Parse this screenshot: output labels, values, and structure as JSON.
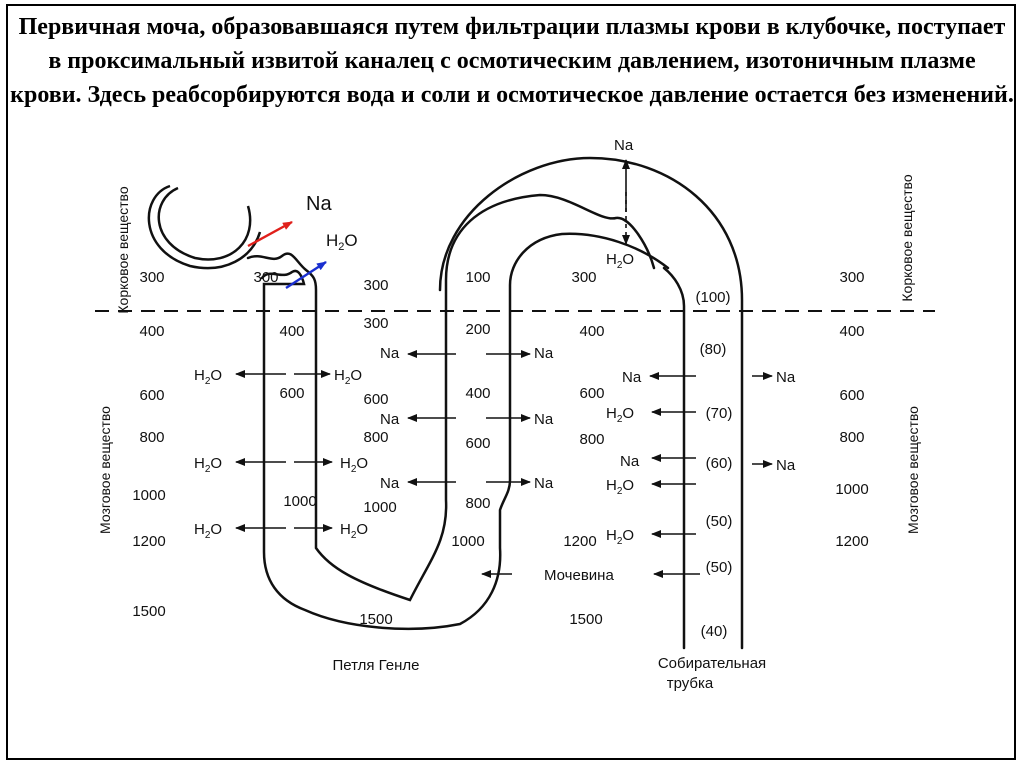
{
  "heading": "Первичная моча, образовавшаяся путем фильтрации плазмы крови в клубочке, поступает в проксимальный извитой каналец с осмотическим давлением, изотоничным плазме крови. Здесь реабсорбируются вода и соли и осмотическое давление остается без изменений.",
  "zones": {
    "cortex": "Корковое вещество",
    "medulla": "Мозговое вещество"
  },
  "structures": {
    "loop": "Петля Генле",
    "duct_line1": "Собирательная",
    "duct_line2": "трубка"
  },
  "substances": {
    "na": "Na",
    "h2o_base": "H",
    "h2o_sub": "2",
    "h2o_tail": "O",
    "urea": "Мочевина"
  },
  "values": {
    "left_scale": [
      "300",
      "400",
      "600",
      "800",
      "1000",
      "1200",
      "1500"
    ],
    "right_scale": [
      "300",
      "400",
      "600",
      "800",
      "1000",
      "1200"
    ],
    "proximal": [
      "300",
      "400",
      "600",
      "1000"
    ],
    "descending_out": [
      "300",
      "300",
      "600",
      "800",
      "1000"
    ],
    "ascending": [
      "100",
      "200",
      "400",
      "600",
      "800",
      "1000"
    ],
    "interstitium": [
      "300",
      "400",
      "600",
      "800",
      "1200"
    ],
    "bottom": [
      "1500",
      "1500"
    ],
    "duct": [
      "(100)",
      "(80)",
      "(70)",
      "(60)",
      "(50)",
      "(50)",
      "(40)"
    ]
  }
}
